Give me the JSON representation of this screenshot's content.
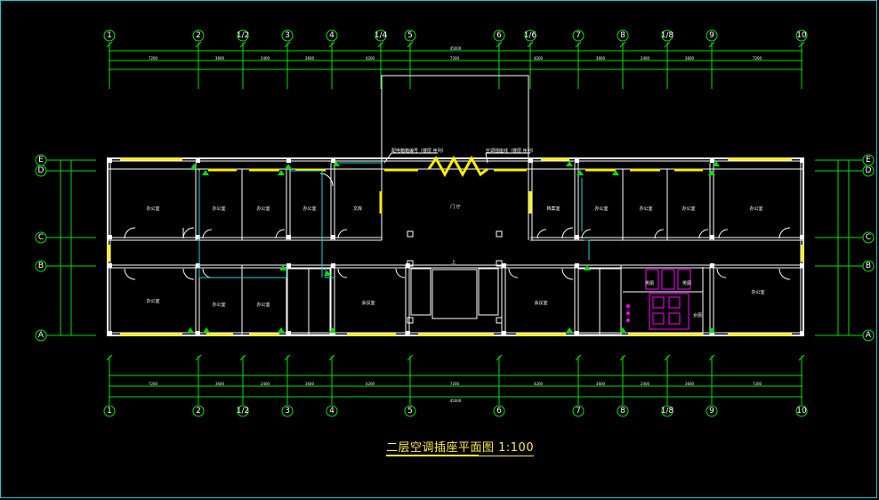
{
  "drawing": {
    "title": "二层空调插座平面图 1:100",
    "top_axes": [
      "1",
      "2",
      "1/2",
      "3",
      "4",
      "1/4",
      "5",
      "6",
      "1/6",
      "7",
      "8",
      "1/8",
      "9",
      "10"
    ],
    "bottom_axes": [
      "1",
      "2",
      "1/2",
      "3",
      "4",
      "5",
      "6",
      "7",
      "8",
      "1/8",
      "9",
      "10"
    ],
    "side_axes": [
      "E",
      "D",
      "C",
      "B",
      "A"
    ],
    "room_labels": {
      "office": "办公室",
      "doorman": "门 厅",
      "meeting": "会议室",
      "archive": "档案室",
      "library": "文库",
      "toilet_m": "男厕",
      "toilet_f": "女厕"
    },
    "notes": {
      "note_left": "配电箱箱编号（楼层 序列）",
      "note_right": "空调插座线（楼层 序列）",
      "stair_up": "上"
    }
  },
  "colors": {
    "background": "#000000",
    "frame": "#19c8d4",
    "dimension_lines": "#00e000",
    "walls": "#ffffff",
    "windows": "#ffee00",
    "circuits": "#20d0d0",
    "fixtures": "#ff00ff"
  }
}
